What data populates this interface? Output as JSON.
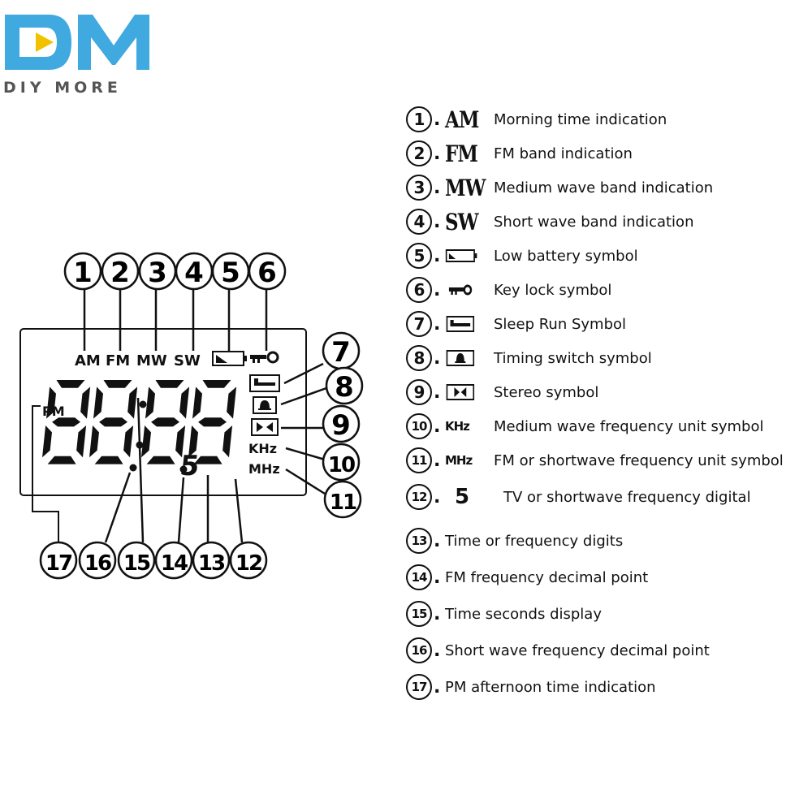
{
  "logo": {
    "mark": "DM",
    "text": "DIY MORE",
    "primary_color": "#3fa9e0",
    "accent_color": "#f2c200"
  },
  "lcd": {
    "top_labels": [
      "AM",
      "FM",
      "MW",
      "SW"
    ],
    "pm_label": "PM",
    "digits": "88:88",
    "small_digit": "5",
    "khz_label": "KHz",
    "mhz_label": "MHz",
    "top_callouts": [
      "1",
      "2",
      "3",
      "4",
      "5",
      "6"
    ],
    "right_callouts": [
      "7",
      "8",
      "9",
      "10",
      "11"
    ],
    "bottom_callouts": [
      "17",
      "16",
      "15",
      "14",
      "13",
      "12"
    ]
  },
  "legend": [
    {
      "num": "1",
      "symbol": "AM",
      "symbol_type": "text",
      "text": "Morning time indication"
    },
    {
      "num": "2",
      "symbol": "FM",
      "symbol_type": "text",
      "text": "FM band indication"
    },
    {
      "num": "3",
      "symbol": "MW",
      "symbol_type": "text",
      "text": "Medium wave band indication"
    },
    {
      "num": "4",
      "symbol": "SW",
      "symbol_type": "text",
      "text": "Short wave band indication"
    },
    {
      "num": "5",
      "symbol": "battery-icon",
      "symbol_type": "icon",
      "text": "Low battery symbol"
    },
    {
      "num": "6",
      "symbol": "key-icon",
      "symbol_type": "icon",
      "text": "Key lock symbol"
    },
    {
      "num": "7",
      "symbol": "bed-icon",
      "symbol_type": "icon",
      "text": "Sleep Run Symbol"
    },
    {
      "num": "8",
      "symbol": "bell-icon",
      "symbol_type": "icon",
      "text": "Timing switch symbol"
    },
    {
      "num": "9",
      "symbol": "stereo-icon",
      "symbol_type": "icon",
      "text": "Stereo symbol"
    },
    {
      "num": "10",
      "symbol": "KHz",
      "symbol_type": "small-text",
      "text": "Medium wave frequency unit symbol"
    },
    {
      "num": "11",
      "symbol": "MHz",
      "symbol_type": "small-text",
      "text": "FM or shortwave frequency unit symbol"
    },
    {
      "num": "12",
      "symbol": "5",
      "symbol_type": "digit",
      "text": "TV or shortwave frequency digital"
    },
    {
      "num": "13",
      "symbol": "",
      "symbol_type": "none",
      "text": "Time or frequency digits"
    },
    {
      "num": "14",
      "symbol": "",
      "symbol_type": "none",
      "text": "FM frequency decimal point"
    },
    {
      "num": "15",
      "symbol": "",
      "symbol_type": "none",
      "text": "Time seconds display"
    },
    {
      "num": "16",
      "symbol": "",
      "symbol_type": "none",
      "text": "Short wave frequency decimal point"
    },
    {
      "num": "17",
      "symbol": "",
      "symbol_type": "none",
      "text": "PM afternoon time indication"
    }
  ]
}
